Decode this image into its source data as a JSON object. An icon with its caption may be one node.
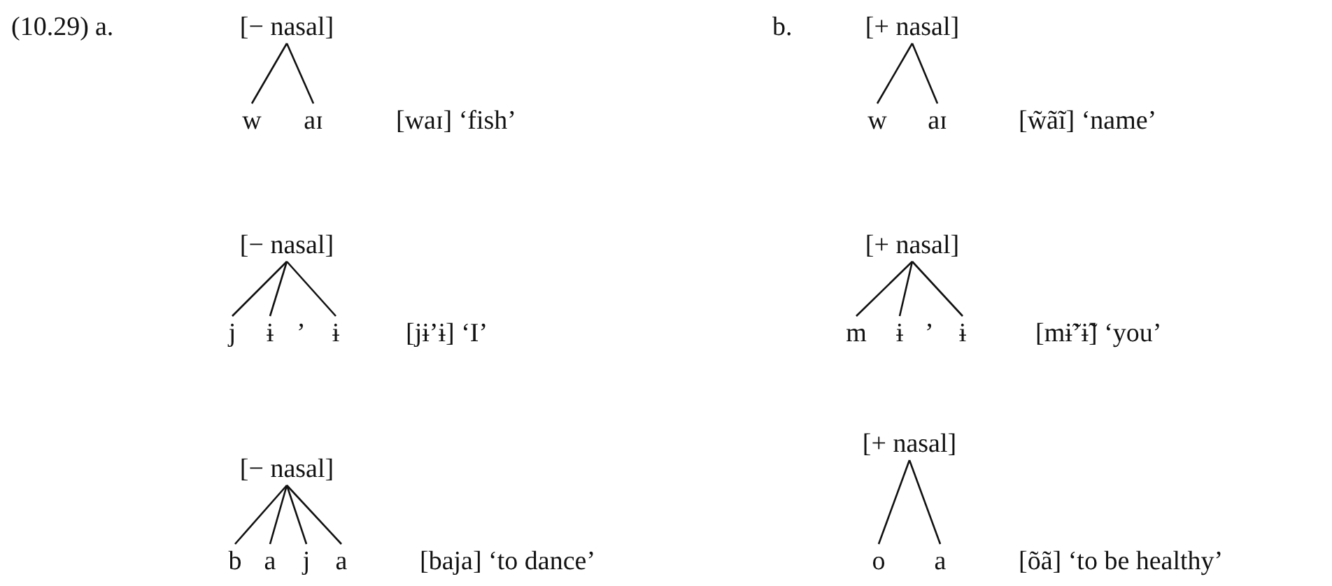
{
  "diagram": {
    "nodes": [
      {
        "text": [
          "[− nasal]"
        ]
      },
      {
        "text": [
          "w"
        ]
      },
      {
        "text": [
          "aɪ"
        ]
      },
      {
        "text": [
          "[+ nasal]"
        ]
      },
      {
        "text": [
          "w"
        ]
      },
      {
        "text": [
          "aɪ"
        ]
      },
      {
        "text": [
          "[− nasal]"
        ]
      },
      {
        "text": [
          "j"
        ]
      },
      {
        "text": [
          "ɨ"
        ]
      },
      {
        "text": [
          "ɨ"
        ]
      },
      {
        "text": [
          "[+ nasal]"
        ]
      },
      {
        "text": [
          "m"
        ]
      },
      {
        "text": [
          "ɨ"
        ]
      },
      {
        "text": [
          "ɨ"
        ]
      },
      {
        "text": [
          "[− nasal]"
        ]
      },
      {
        "text": [
          "b"
        ]
      },
      {
        "text": [
          "a"
        ]
      },
      {
        "text": [
          "j"
        ]
      },
      {
        "text": [
          "a"
        ]
      },
      {
        "text": [
          "[+ nasal]"
        ]
      },
      {
        "text": [
          "o"
        ]
      },
      {
        "text": [
          "a"
        ]
      }
    ],
    "edges": [
      {
        "from": 0,
        "to": 1,
        "arrow": "none"
      },
      {
        "from": 0,
        "to": 2,
        "arrow": "none"
      },
      {
        "from": 3,
        "to": 4,
        "arrow": "none"
      },
      {
        "from": 3,
        "to": 5,
        "arrow": "none"
      },
      {
        "from": 6,
        "to": 7,
        "arrow": "none"
      },
      {
        "from": 6,
        "to": 8,
        "arrow": "none"
      },
      {
        "from": 6,
        "to": 9,
        "arrow": "none"
      },
      {
        "from": 10,
        "to": 11,
        "arrow": "none"
      },
      {
        "from": 10,
        "to": 12,
        "arrow": "none"
      },
      {
        "from": 10,
        "to": 13,
        "arrow": "none"
      },
      {
        "from": 14,
        "to": 15,
        "arrow": "none"
      },
      {
        "from": 14,
        "to": 16,
        "arrow": "none"
      },
      {
        "from": 14,
        "to": 17,
        "arrow": "none"
      },
      {
        "from": 14,
        "to": 18,
        "arrow": "none"
      },
      {
        "from": 19,
        "to": 20,
        "arrow": "none"
      },
      {
        "from": 19,
        "to": 21,
        "arrow": "none"
      }
    ],
    "labels": [
      "(10.29)",
      "a.",
      "b.",
      "[waɪ] ‘fish’",
      "[w̃ãĩ] ‘name’",
      "’",
      "[jɨ’ɨ] ‘I’",
      "’",
      "[mɨ̃’ɨ̃] ‘you’",
      "[baja] ‘to dance’",
      "[õã] ‘to be healthy’"
    ]
  }
}
